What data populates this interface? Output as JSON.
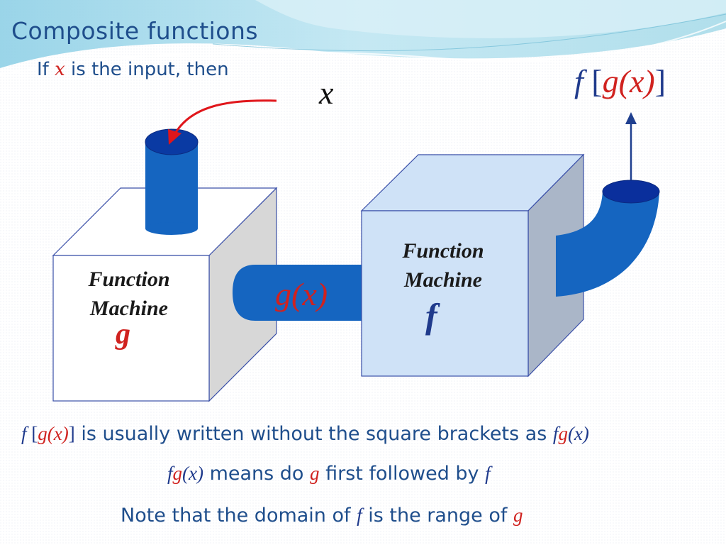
{
  "title": "Composite functions",
  "subtitle": {
    "pre": "If ",
    "var": "x",
    "post": " is the input, then"
  },
  "input_label": "x",
  "output_label": {
    "f": "f",
    "open": " [",
    "g": "g(",
    "x": "x",
    "close_paren": ")",
    "close": "]"
  },
  "machine_g": {
    "line1": "Function",
    "line2": "Machine",
    "letter": "g"
  },
  "machine_f": {
    "line1": "Function",
    "line2": "Machine",
    "letter": "f"
  },
  "pipe_label": "g(x)",
  "notes": {
    "line1": {
      "f": "f",
      "open": " [",
      "gx": "g(x)",
      "close": "]",
      "text": " is usually written without the square brackets as ",
      "f2": "f",
      "g2": "g",
      "x2": "(x)"
    },
    "line2": {
      "f": "f",
      "g": "g",
      "x": "(x)",
      "text1": " means do ",
      "g2": "g",
      "text2": " first followed by ",
      "f2": "f"
    },
    "line3": {
      "text1": "Note that the domain of ",
      "f": "f",
      "text2": " is the range of ",
      "g": "g"
    }
  },
  "colors": {
    "title_text": "#1f4e8c",
    "math_red": "#d0221f",
    "pipe_blue": "#1565c0",
    "cube_f_face": "#cfe2f7",
    "cube_g_face": "#ffffff"
  }
}
